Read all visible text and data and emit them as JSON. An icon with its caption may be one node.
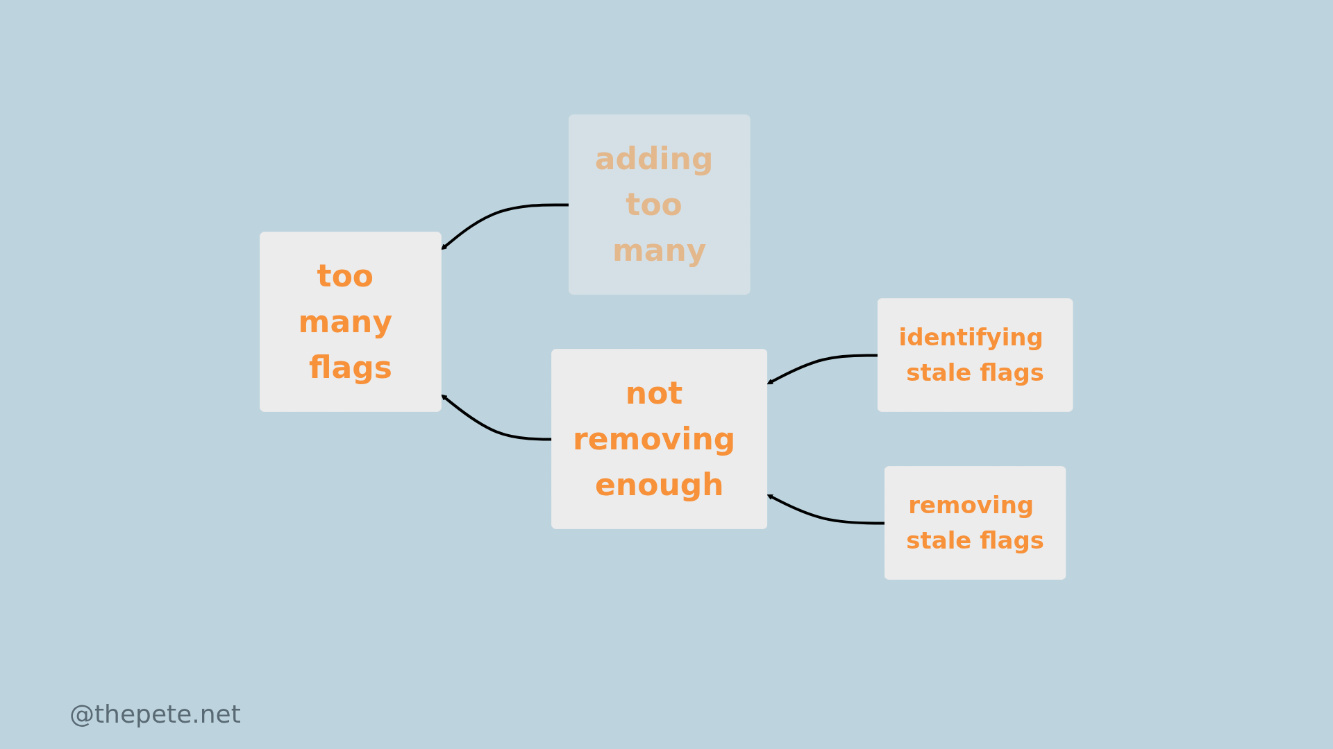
{
  "diagram": {
    "nodes": [
      {
        "text": [
          "too many flags"
        ]
      },
      {
        "text": [
          "adding too many"
        ]
      },
      {
        "text": [
          "identifying stale flags"
        ]
      },
      {
        "text": [
          "not removing enough"
        ]
      },
      {
        "text": [
          "removing stale flags"
        ]
      }
    ],
    "edges": [
      {
        "from": 1,
        "to": 0,
        "arrow": "to"
      },
      {
        "from": 3,
        "to": 0,
        "arrow": "to"
      },
      {
        "from": 2,
        "to": 3,
        "arrow": "to"
      },
      {
        "from": 4,
        "to": 3,
        "arrow": "to"
      }
    ],
    "labels": [
      "@thepete.net"
    ]
  }
}
